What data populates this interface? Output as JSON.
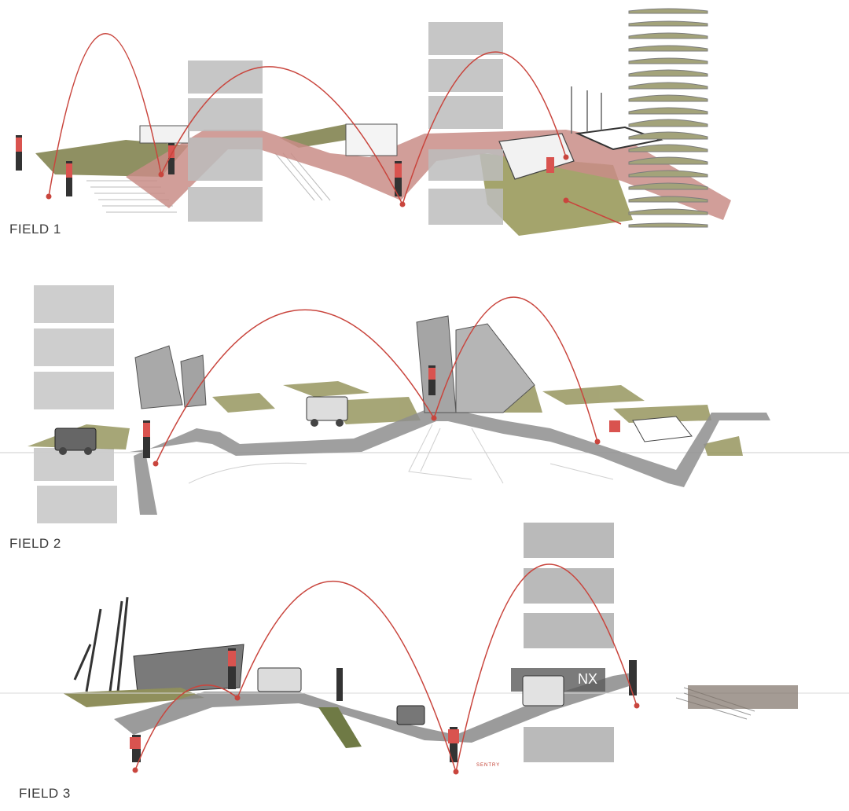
{
  "fields": [
    {
      "label": "FIELD 1"
    },
    {
      "label": "FIELD 2"
    },
    {
      "label": "FIELD 3",
      "sign_text": "NX",
      "marker_text": "SENTRY"
    }
  ],
  "colors": {
    "arc": "#c9453d",
    "path_pink": "#c98d87",
    "grass": "#8a8a55",
    "road": "#9a9a9a",
    "photo": "#bdbdbd",
    "figure": "#d9534f"
  }
}
